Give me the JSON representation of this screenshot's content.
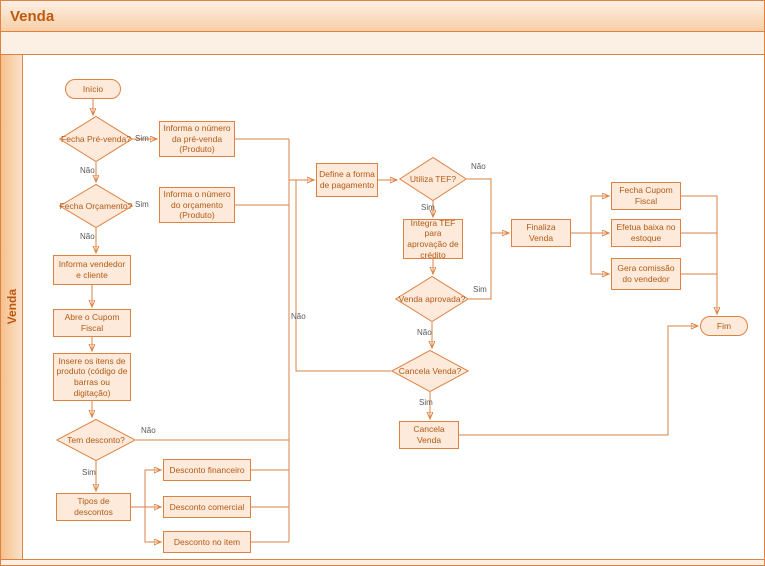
{
  "pool": {
    "title": "Venda",
    "lane": "Venda"
  },
  "colors": {
    "accent": "#DE8244",
    "node_fill": "#FDEADA",
    "node_text": "#B25A16",
    "title_text": "#BC5A10"
  },
  "nodes": {
    "inicio": "Início",
    "fecha_pre_venda": "Fecha Pré-venda?",
    "informa_pre_venda": "Informa o número da pré-venda (Produto)",
    "fecha_orcamento": "Fecha Orçamento?",
    "informa_orcamento": "Informa o número do orçamento (Produto)",
    "informa_vendedor": "Informa vendedor e cliente",
    "abre_cupom": "Abre o Cupom Fiscal",
    "insere_itens": "Insere os itens de produto (código de barras ou digitação)",
    "tem_desconto": "Tem desconto?",
    "tipos_descontos": "Tipos de descontos",
    "desconto_financeiro": "Desconto financeiro",
    "desconto_comercial": "Desconto comercial",
    "desconto_item": "Desconto no item",
    "define_pagamento": "Define a forma de pagamento",
    "utiliza_tef": "Utiliza TEF?",
    "integra_tef": "Integra TEF para aprovação de crédito",
    "venda_aprovada": "Venda aprovada?",
    "cancela_venda_q": "Cancela Venda?",
    "cancela_venda": "Cancela Venda",
    "finaliza_venda": "Finaliza Venda",
    "fecha_cupom": "Fecha Cupom Fiscal",
    "efetua_baixa": "Efetua baixa no estoque",
    "gera_comissao": "Gera comissão do vendedor",
    "fim": "Fim"
  },
  "edge_labels": {
    "pre_venda_sim": "Sim",
    "pre_venda_nao": "Não",
    "orcamento_sim": "Sim",
    "orcamento_nao": "Não",
    "desconto_nao": "Não",
    "desconto_sim": "Sim",
    "tef_nao": "Não",
    "tef_sim": "Sim",
    "aprovada_sim": "Sim",
    "aprovada_nao": "Não",
    "cancela_nao": "Não",
    "cancela_sim": "Sim"
  }
}
